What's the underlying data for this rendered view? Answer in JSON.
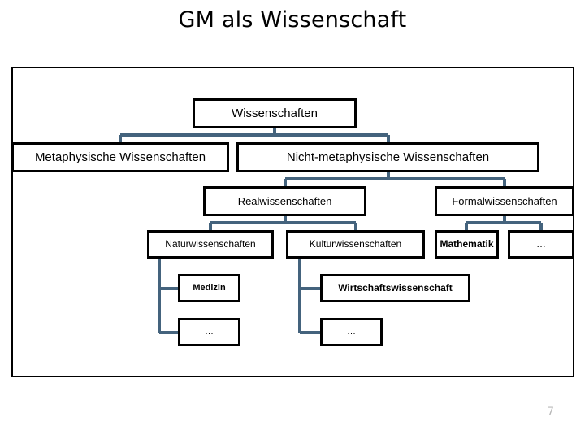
{
  "slide": {
    "title": "GM als Wissenschaft",
    "page_number": "7",
    "connector_color": "#44637d",
    "node_border_color": "#000000",
    "background_color": "#ffffff"
  },
  "chart_data": {
    "type": "diagram",
    "subtype": "hierarchy-tree",
    "title": "GM als Wissenschaft",
    "nodes": [
      {
        "id": "root",
        "label": "Wissenschaften",
        "level": 0,
        "parent": null
      },
      {
        "id": "meta",
        "label": "Metaphysische  Wissenschaften",
        "level": 1,
        "parent": "root"
      },
      {
        "id": "nichtmeta",
        "label": "Nicht-metaphysische Wissenschaften",
        "level": 1,
        "parent": "root"
      },
      {
        "id": "real",
        "label": "Realwissenschaften",
        "level": 2,
        "parent": "nichtmeta"
      },
      {
        "id": "formal",
        "label": "Formalwissenschaften",
        "level": 2,
        "parent": "nichtmeta"
      },
      {
        "id": "natur",
        "label": "Naturwissenschaften",
        "level": 3,
        "parent": "real"
      },
      {
        "id": "kultur",
        "label": "Kulturwissenschaften",
        "level": 3,
        "parent": "real"
      },
      {
        "id": "mathe",
        "label": "Mathematik",
        "level": 3,
        "parent": "formal"
      },
      {
        "id": "dots_formal",
        "label": "…",
        "level": 3,
        "parent": "formal"
      },
      {
        "id": "medizin",
        "label": "Medizin",
        "level": 4,
        "parent": "natur"
      },
      {
        "id": "dots_natur",
        "label": "…",
        "level": 4,
        "parent": "natur"
      },
      {
        "id": "wirtschaft",
        "label": "Wirtschaftswissenschaft",
        "level": 4,
        "parent": "kultur"
      },
      {
        "id": "dots_kultur",
        "label": "…",
        "level": 4,
        "parent": "kultur"
      }
    ]
  }
}
